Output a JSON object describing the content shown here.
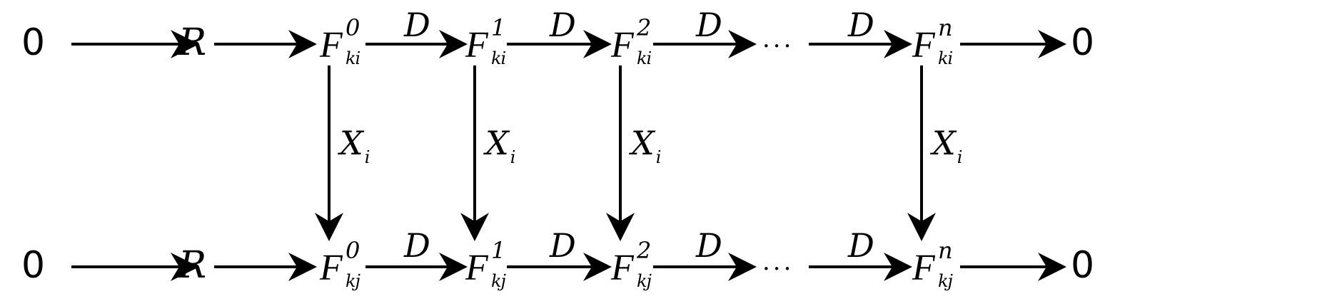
{
  "nodes": {
    "zero": "0",
    "ring": "R",
    "f": "F",
    "ellipsis": "···"
  },
  "rows": [
    {
      "sub": "ki",
      "sups": [
        "0",
        "1",
        "2",
        "n"
      ]
    },
    {
      "sub": "kj",
      "sups": [
        "0",
        "1",
        "2",
        "n"
      ]
    }
  ],
  "labels": {
    "horizontal": "D",
    "vertical": "X",
    "vertical_sub": "i"
  }
}
